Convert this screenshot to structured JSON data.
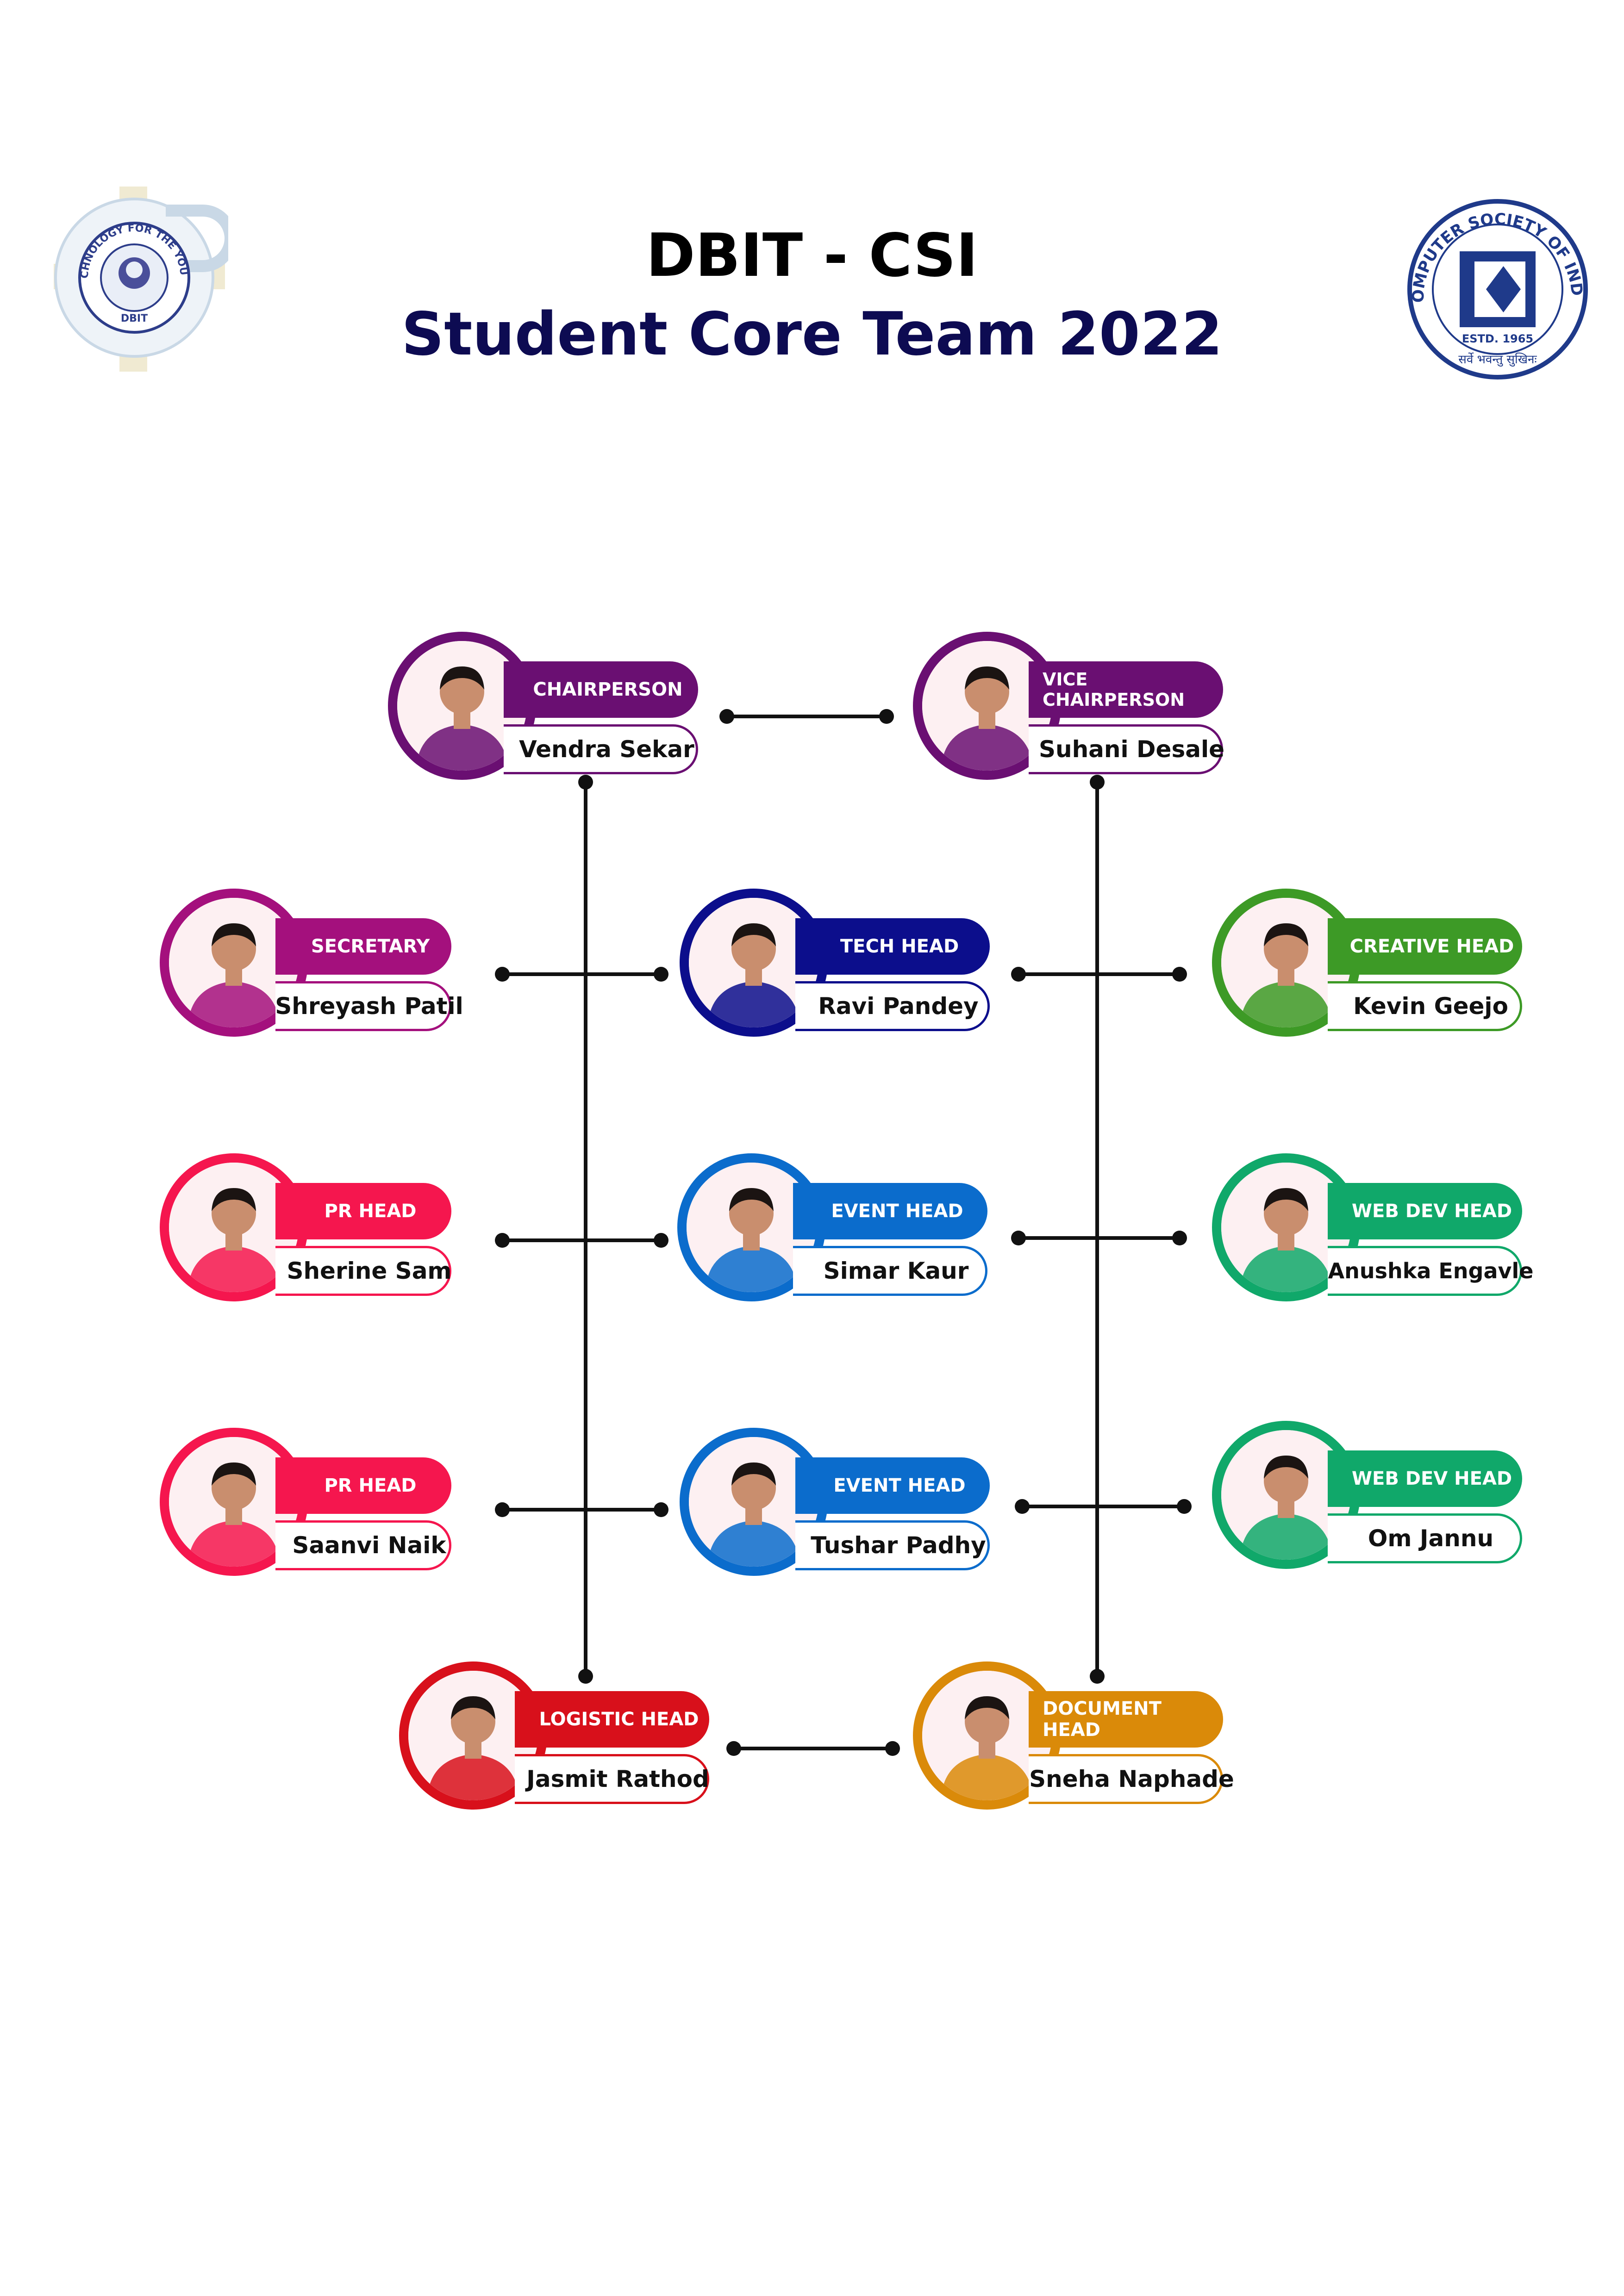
{
  "header": {
    "title_line1": "DBIT - CSI",
    "title_line2": "Student Core Team 2022"
  },
  "logos": {
    "left": {
      "name": "dbit-logo",
      "text": "TECHNOLOGY FOR THE YOUNG",
      "sub": "DBIT"
    },
    "right": {
      "name": "csi-logo",
      "text": "COMPUTER SOCIETY OF INDIA",
      "sub": "ESTD. 1965",
      "motto": "सर्वे भवन्तु सुखिनः"
    }
  },
  "colors": {
    "purple": "#6a0f72",
    "magenta": "#a4107d",
    "navy": "#0c0e8c",
    "green": "#3d9a26",
    "pink_red": "#f5164e",
    "blue": "#0b6ccc",
    "teal": "#10a86a",
    "red": "#d8101b",
    "orange": "#da8a09"
  },
  "members": [
    {
      "role": "CHAIRPERSON",
      "name": "Vendra Sekar"
    },
    {
      "role": "VICE CHAIRPERSON",
      "name": "Suhani Desale"
    },
    {
      "role": "SECRETARY",
      "name": "Shreyash Patil"
    },
    {
      "role": "TECH HEAD",
      "name": "Ravi Pandey"
    },
    {
      "role": "CREATIVE HEAD",
      "name": "Kevin Geejo"
    },
    {
      "role": "PR HEAD",
      "name": "Sherine Sam"
    },
    {
      "role": "EVENT HEAD",
      "name": "Simar Kaur"
    },
    {
      "role": "WEB DEV HEAD",
      "name": "Anushka Engavle"
    },
    {
      "role": "PR HEAD",
      "name": "Saanvi Naik"
    },
    {
      "role": "EVENT HEAD",
      "name": "Tushar Padhy"
    },
    {
      "role": "WEB DEV HEAD",
      "name": "Om Jannu"
    },
    {
      "role": "LOGISTIC HEAD",
      "name": "Jasmit Rathod"
    },
    {
      "role": "DOCUMENT HEAD",
      "name": "Sneha Naphade"
    }
  ]
}
